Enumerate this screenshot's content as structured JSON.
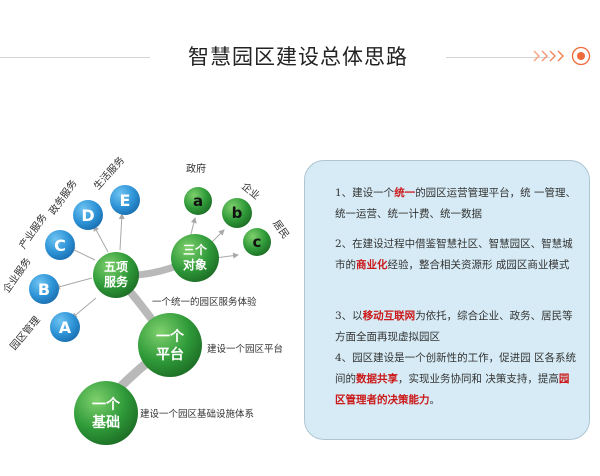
{
  "header": {
    "title": "智慧园区建设总体思路"
  },
  "diagram": {
    "circle_letters": {
      "a_big": "A",
      "b_big": "B",
      "c_big": "C",
      "d_big": "D",
      "e_big": "E",
      "a_small": "a",
      "b_small": "b",
      "c_small": "c"
    },
    "tilted_labels": {
      "park_mgmt": "园区管理",
      "enterprise_svc": "企业服务",
      "industry_svc": "产业服务",
      "gov_svc": "政务服务",
      "life_svc": "生活服务",
      "government": "政府",
      "enterprise": "企业",
      "resident": "居民"
    },
    "hubs": {
      "five_l1": "五项",
      "five_l2": "服务",
      "three_l1": "三个",
      "three_l2": "对象",
      "platform_l1": "一个",
      "platform_l2": "平台",
      "base_l1": "一个",
      "base_l2": "基础"
    },
    "captions": {
      "experience": "一个统一的园区服务体验",
      "platform": "建设一个园区平台",
      "base": "建设一个园区基础设施体系"
    }
  },
  "panel": {
    "p1_pre": "1、建设一个",
    "p1_hl": "统一",
    "p1_post": "的园区运营管理平台，统 一管理、统一运营、统一计费、统一数据",
    "p2_pre": "2、在建设过程中借鉴智慧社区、智慧园区、智慧城市的",
    "p2_hl": "商业化",
    "p2_post": "经验，整合相关资源形 成园区商业模式",
    "p3_pre": "3、以",
    "p3_hl": "移动互联网",
    "p3_post": "为依托，综合企业、政务、居民等方面全面再现虚拟园区",
    "p4_pre": "4、园区建设是一个创新性的工作，促进园 区各系统间的",
    "p4_hl1": "数据共享",
    "p4_mid": "，实现业务协同和 决策支持，提高",
    "p4_hl2": "园区管理者的决策能力",
    "p4_post": "。"
  },
  "colors": {
    "blue_circle": "#2d93d6",
    "green_circle": "#2f9a39",
    "connector_gray": "#b5b5b5",
    "highlight_red": "#cc1a1a",
    "panel_bg": "#d6ebf5",
    "accent_orange": "#f08a5d"
  },
  "icons": {
    "chevrons": "chevron-right-icon",
    "target": "target-icon"
  }
}
